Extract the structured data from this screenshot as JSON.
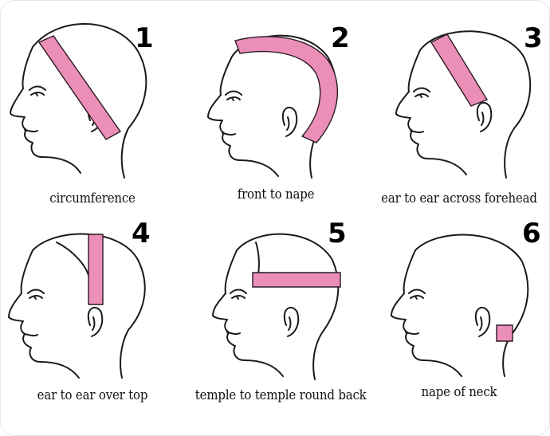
{
  "colors": {
    "tape": "#ec8fb8",
    "line": "#1a1a1a"
  },
  "panels": [
    {
      "number": "1",
      "caption": "circumference"
    },
    {
      "number": "2",
      "caption": "front to nape"
    },
    {
      "number": "3",
      "caption": "ear to ear across forehead"
    },
    {
      "number": "4",
      "caption": "ear to ear over top"
    },
    {
      "number": "5",
      "caption": "temple to temple round back"
    },
    {
      "number": "6",
      "caption": "nape of neck"
    }
  ]
}
